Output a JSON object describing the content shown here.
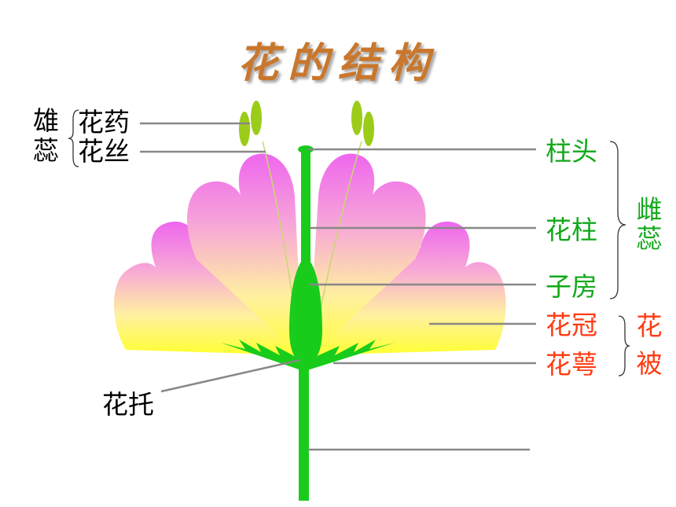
{
  "title": "花的结构",
  "labels": {
    "stamen_group": {
      "top": "雄",
      "bottom": "蕊"
    },
    "anther": "花药",
    "filament": "花丝",
    "stigma": "柱头",
    "style": "花柱",
    "ovary": "子房",
    "pistil_group": {
      "top": "雌",
      "bottom": "蕊"
    },
    "corolla": "花冠",
    "sepal": "花萼",
    "perianth_group": {
      "top": "花",
      "bottom": "被"
    },
    "receptacle": "花托"
  },
  "colors": {
    "title": "#c9772c",
    "stem_green": "#19cc1c",
    "anther_green": "#9ccc1a",
    "petal_pink": "#ee66ee",
    "petal_yellow": "#ffff33",
    "leader_line": "#888888"
  }
}
